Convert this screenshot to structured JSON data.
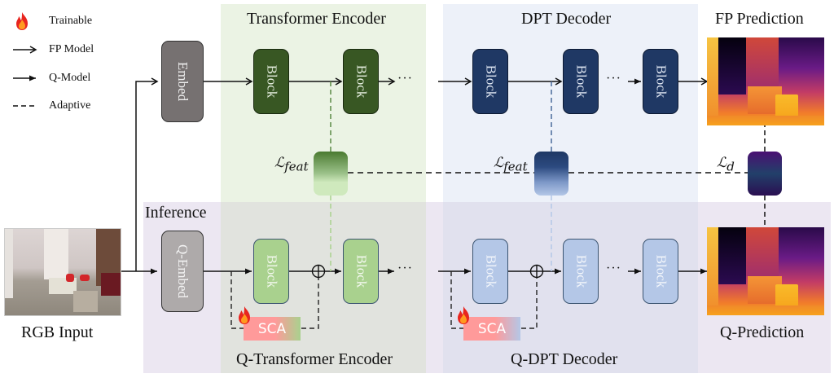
{
  "legend": {
    "items": [
      {
        "icon": "flame-icon",
        "label": "Trainable"
      },
      {
        "icon": "open-arrow-icon",
        "label": "FP Model"
      },
      {
        "icon": "solid-arrow-icon",
        "label": "Q-Model"
      },
      {
        "icon": "dashed-line-icon",
        "label": "Adaptive"
      }
    ]
  },
  "regions": {
    "transformer_encoder": "Transformer Encoder",
    "dpt_decoder": "DPT Decoder",
    "fp_prediction": "FP Prediction",
    "inference": "Inference",
    "q_transformer_encoder": "Q-Transformer Encoder",
    "q_dpt_decoder": "Q-DPT Decoder",
    "q_prediction": "Q-Prediction",
    "rgb_input": "RGB Input"
  },
  "blocks": {
    "embed": "Embed",
    "q_embed": "Q-Embed",
    "block": "Block",
    "sca": "SCA",
    "ellipsis": "···"
  },
  "losses": {
    "feat_encoder": "ℒfeat",
    "feat_decoder": "ℒfeat",
    "depth": "ℒd"
  },
  "loss_parts": {
    "script": "ℒ",
    "feat_sub": "feat",
    "d_sub": "d"
  },
  "colors": {
    "encoder_region": "#ebf3e4",
    "decoder_region": "#edf1f9",
    "inference_region": "#ece7f2",
    "encoder_block": "#385723",
    "decoder_block": "#1f3864",
    "q_encoder_block": "#a9d18e",
    "q_decoder_block": "#b4c7e7",
    "embed_block": "#767171",
    "q_embed_block": "#aeaaaa",
    "sca_fill": "#ff9999"
  }
}
